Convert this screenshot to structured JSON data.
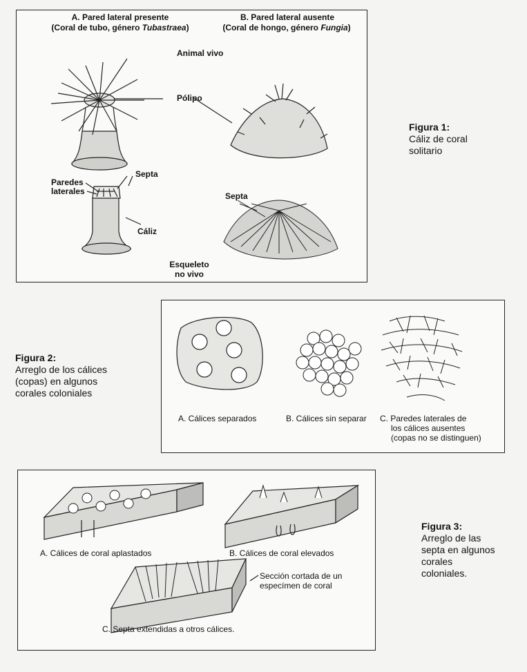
{
  "figure1": {
    "caption_title": "Figura 1:",
    "caption_lines": [
      "Cáliz de coral",
      "solitario"
    ],
    "a_title": "A.  Pared lateral presente",
    "a_sub": "(Coral de tubo, género ",
    "a_genus": "Tubastraea",
    "a_close": ")",
    "b_title": "B.  Pared lateral ausente",
    "b_sub": "(Coral de hongo, género  ",
    "b_genus": "Fungia",
    "b_close": ")",
    "animal_vivo": "Animal vivo",
    "polipo": "Pólipo",
    "septa_a": "Septa",
    "paredes": "Paredes",
    "laterales": "laterales",
    "caliz": "Cáliz",
    "septa_b": "Septa",
    "esqueleto": "Esqueleto",
    "no_vivo": "no vivo"
  },
  "figure2": {
    "caption_title": "Figura 2:",
    "caption_lines": [
      "Arreglo de los cálices",
      "(copas) en algunos",
      "corales coloniales"
    ],
    "label_a": "A.  Cálices separados",
    "label_b": "B.  Cálices sin separar",
    "label_c1": "C.  Paredes laterales de",
    "label_c2": "los cálices ausentes",
    "label_c3": "(copas no se distinguen)"
  },
  "figure3": {
    "caption_title": "Figura 3:",
    "caption_lines": [
      "Arreglo de las",
      "septa en algunos",
      "corales",
      "coloniales."
    ],
    "label_a": "A.  Cálices de coral aplastados",
    "label_b": "B.  Cálices de coral elevados",
    "label_c": "C.  Septa extendidas a otros cálices.",
    "seccion1": "Sección cortada de un",
    "seccion2": "especímen de coral"
  }
}
